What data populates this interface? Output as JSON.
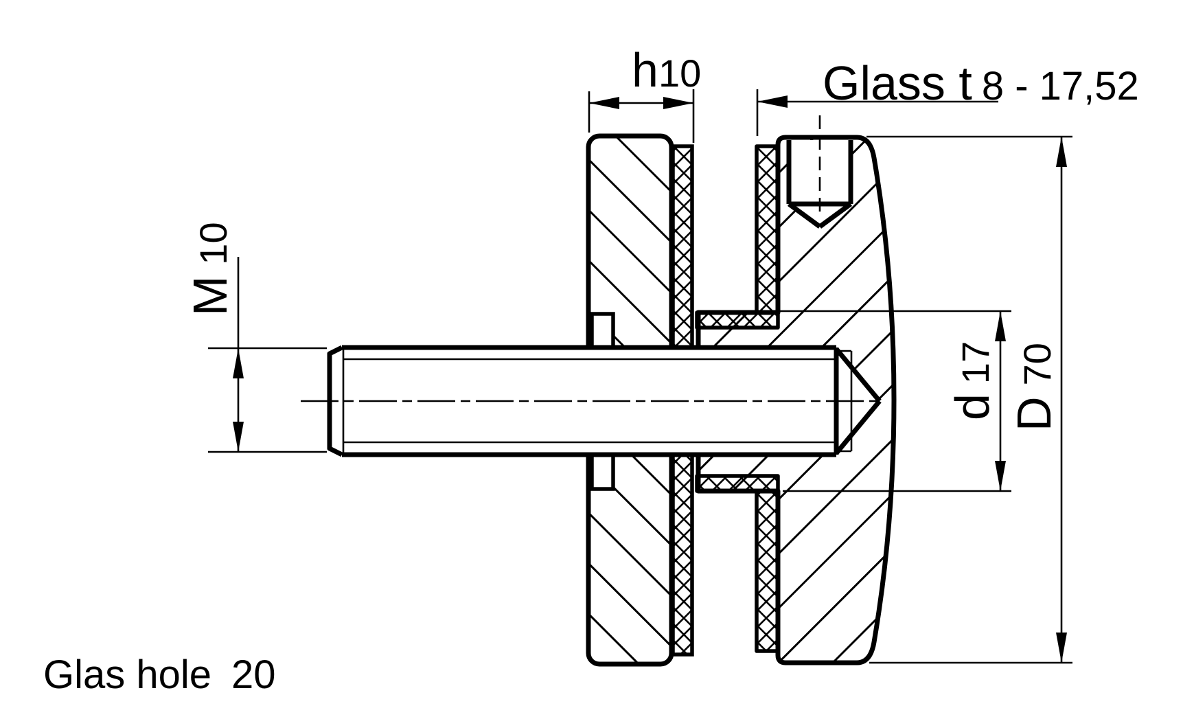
{
  "drawing": {
    "kind": "technical-cross-section",
    "component": "glass-clamp-point-fitting",
    "background_color": "#ffffff",
    "line_color": "#000000"
  },
  "dimensions": {
    "head_width": {
      "prefix": "h",
      "value": "10"
    },
    "glass_thickness": {
      "label": "Glass t",
      "value": "8 - 17,52"
    },
    "thread": {
      "prefix": "M",
      "value": "10"
    },
    "sleeve_diameter": {
      "prefix": "d",
      "value": "17"
    },
    "outer_diameter": {
      "prefix": "D",
      "value": "70"
    },
    "glass_hole": {
      "label": "Glas hole",
      "value": "20"
    }
  }
}
